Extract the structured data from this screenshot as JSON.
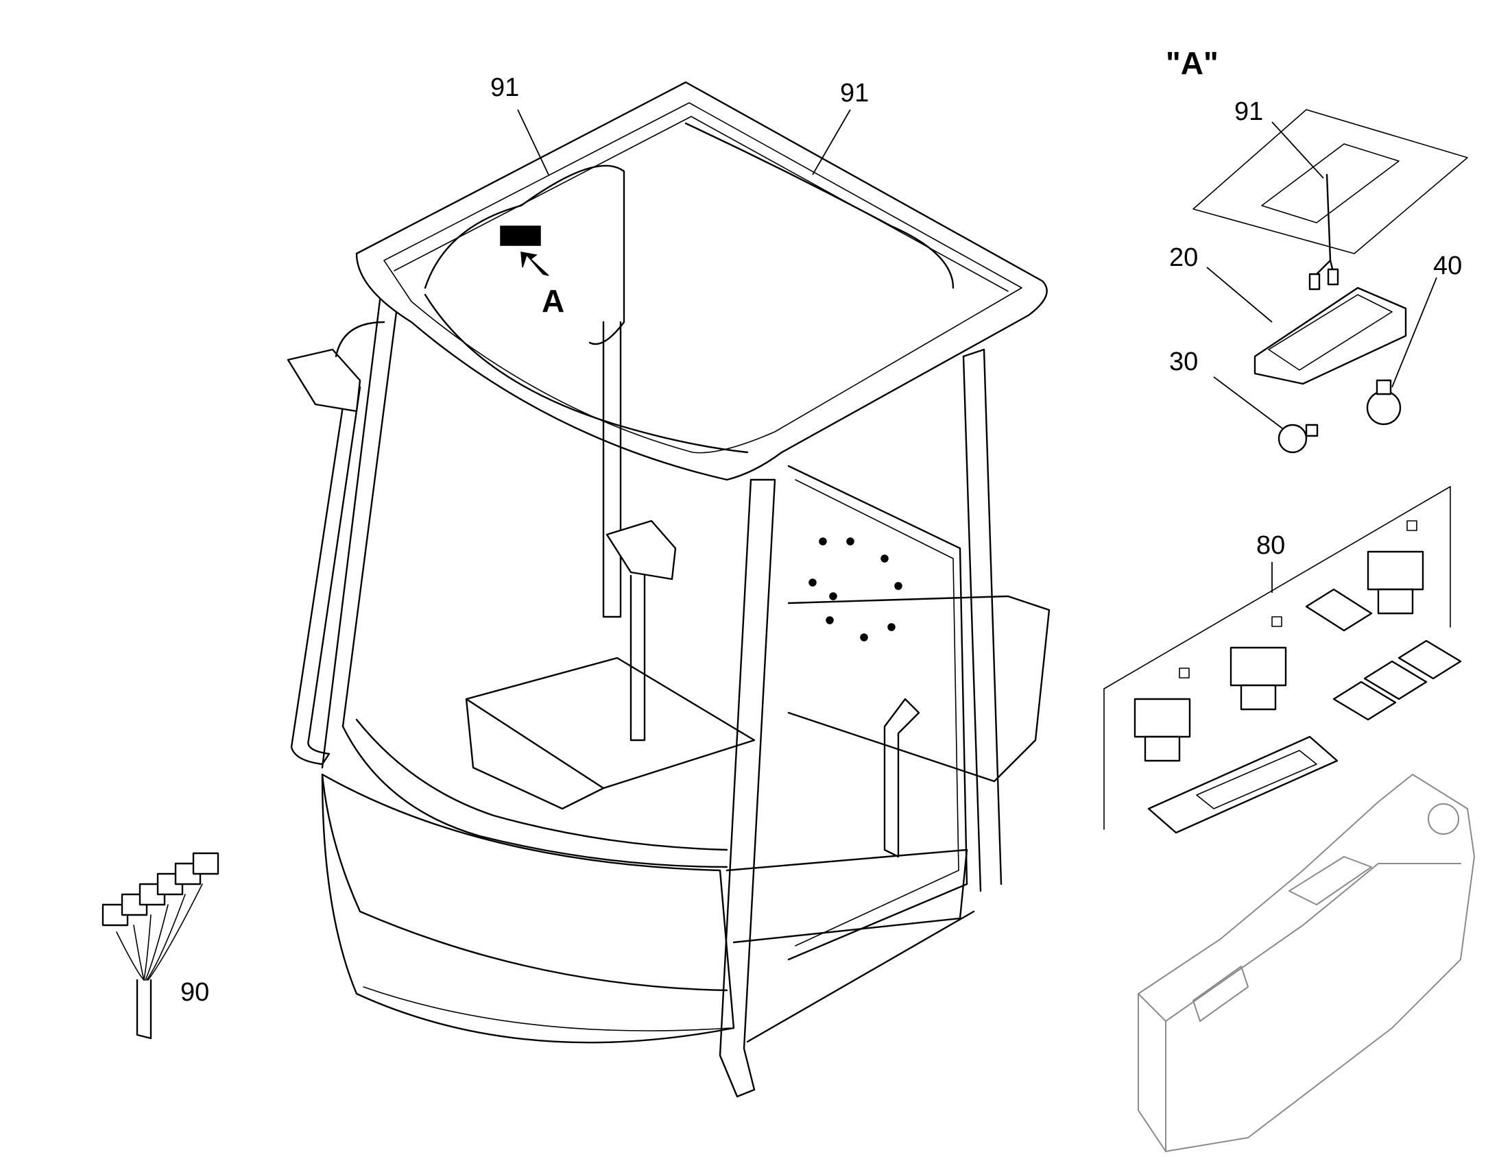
{
  "detail": {
    "title": "\"A\"",
    "marker": "A"
  },
  "callouts": {
    "harness_left": "91",
    "harness_right": "91",
    "detail_harness": "91",
    "dome_lamp": "20",
    "bulb_small": "30",
    "bulb_large": "40",
    "switch_kit": "80",
    "connector_harness": "90"
  },
  "colors": {
    "line": "#000000",
    "ghost": "#8a8a8a",
    "background": "#ffffff"
  }
}
